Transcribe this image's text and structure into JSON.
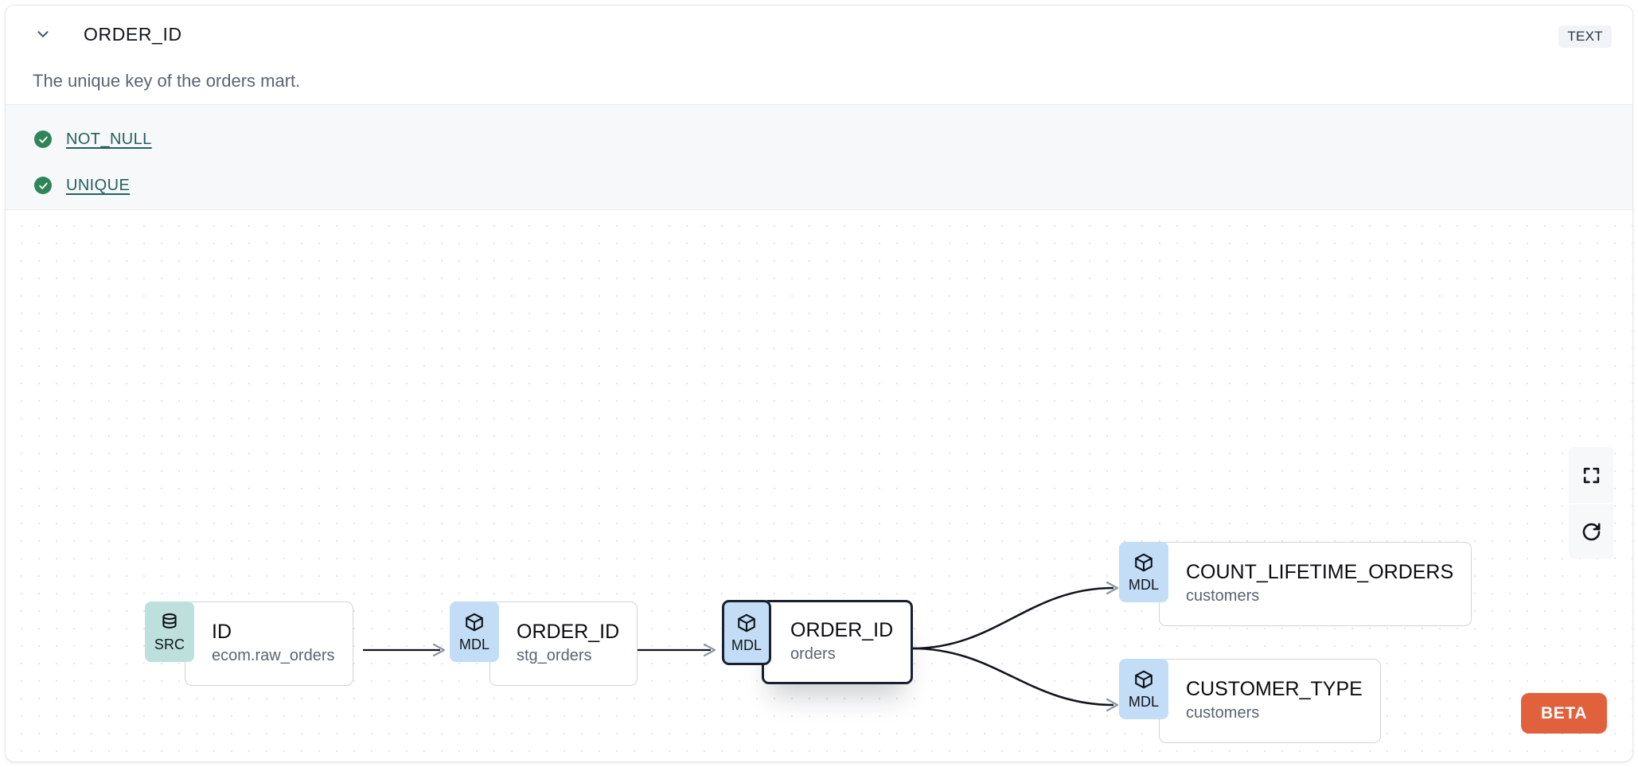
{
  "header": {
    "column_name": "ORDER_ID",
    "type_badge": "TEXT",
    "chevron_icon": "chevron-down-icon",
    "description": "The unique key of the orders mart."
  },
  "tests": [
    {
      "icon": "check-circle-icon",
      "label": "NOT_NULL",
      "status": "passed",
      "status_color": "#2f855a"
    },
    {
      "icon": "check-circle-icon",
      "label": "UNIQUE",
      "status": "passed",
      "status_color": "#2f855a"
    }
  ],
  "lineage": {
    "nodes": [
      {
        "id": "src-id",
        "kind": "SRC",
        "kind_icon": "database-icon",
        "title": "ID",
        "subtitle": "ecom.raw_orders",
        "selected": false,
        "badge_color": "#bde0dd"
      },
      {
        "id": "mdl-stg-orders",
        "kind": "MDL",
        "kind_icon": "cube-icon",
        "title": "ORDER_ID",
        "subtitle": "stg_orders",
        "selected": false,
        "badge_color": "#c2ddf5"
      },
      {
        "id": "mdl-orders",
        "kind": "MDL",
        "kind_icon": "cube-icon",
        "title": "ORDER_ID",
        "subtitle": "orders",
        "selected": true,
        "badge_color": "#c2ddf5"
      },
      {
        "id": "mdl-count-lifetime-orders",
        "kind": "MDL",
        "kind_icon": "cube-icon",
        "title": "COUNT_LIFETIME_ORDERS",
        "subtitle": "customers",
        "selected": false,
        "badge_color": "#c2ddf5"
      },
      {
        "id": "mdl-customer-type",
        "kind": "MDL",
        "kind_icon": "cube-icon",
        "title": "CUSTOMER_TYPE",
        "subtitle": "customers",
        "selected": false,
        "badge_color": "#c2ddf5"
      }
    ],
    "edges": [
      {
        "from": "src-id",
        "to": "mdl-stg-orders",
        "shape": "straight"
      },
      {
        "from": "mdl-stg-orders",
        "to": "mdl-orders",
        "shape": "straight"
      },
      {
        "from": "mdl-orders",
        "to": "mdl-count-lifetime-orders",
        "shape": "curve"
      },
      {
        "from": "mdl-orders",
        "to": "mdl-customer-type",
        "shape": "curve"
      }
    ],
    "controls": [
      {
        "name": "fullscreen-icon",
        "label": "Fit view"
      },
      {
        "name": "refresh-icon",
        "label": "Reload"
      }
    ],
    "beta_badge": "BETA",
    "beta_color": "#e0613c"
  }
}
